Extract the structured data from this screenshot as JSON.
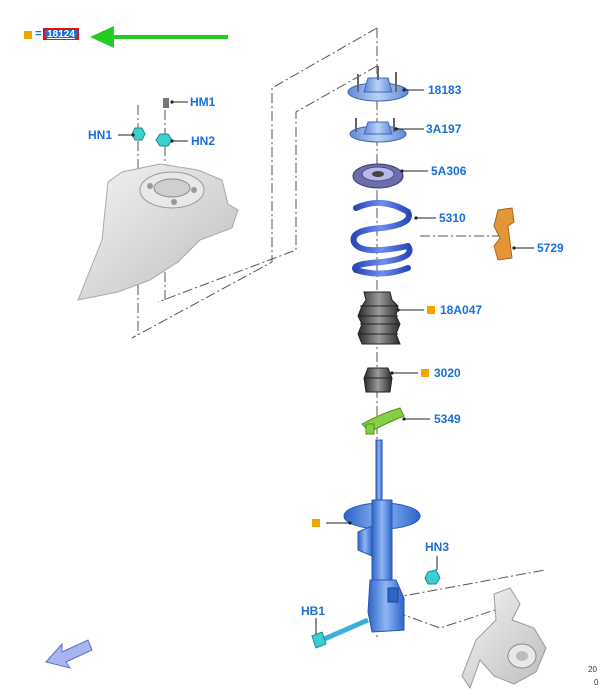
{
  "legend": {
    "equals": "=",
    "part_number": "18124",
    "marker_color": "#f5a300",
    "box_color": "#1a6fd6",
    "box_border_color": "#e01010",
    "arrow_color": "#22cc22"
  },
  "parts": {
    "p18183": "18183",
    "p3a197": "3A197",
    "p5a306": "5A306",
    "p5310": "5310",
    "p5729": "5729",
    "p18a047": "18A047",
    "p3020": "3020",
    "p5349": "5349"
  },
  "fasteners": {
    "hm1": "HM1",
    "hn1": "HN1",
    "hn2": "HN2",
    "hn3": "HN3",
    "hb1": "HB1"
  },
  "corner_text": {
    "line1": "20",
    "line2": "0"
  },
  "icons": {
    "direction": "view-direction-arrow-icon"
  },
  "colors": {
    "label": "#1a6fd6",
    "spring": "#3f5fd4",
    "strut": "#4a86e0",
    "bracket": "#84d043",
    "pad": "#e49538"
  }
}
